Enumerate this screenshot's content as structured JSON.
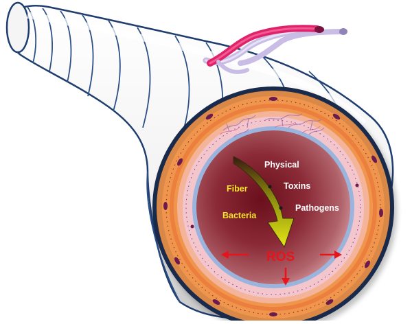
{
  "labels": {
    "physical": "Physical",
    "toxins": "Toxins",
    "pathogens": "Pathogens",
    "fiber": "Fiber",
    "bacteria": "Bacteria",
    "ros": "ROS"
  },
  "colors": {
    "white_label": "#ffffff",
    "yellow_label": "#f5e62a",
    "ros_red": "#e8141b",
    "arrow_yellow": "#d8dc12",
    "lumen_dark": "#5a0f1a",
    "muscularis_orange": "#ee8a45",
    "artery": "#e0226a",
    "vein": "#c9bde6"
  }
}
